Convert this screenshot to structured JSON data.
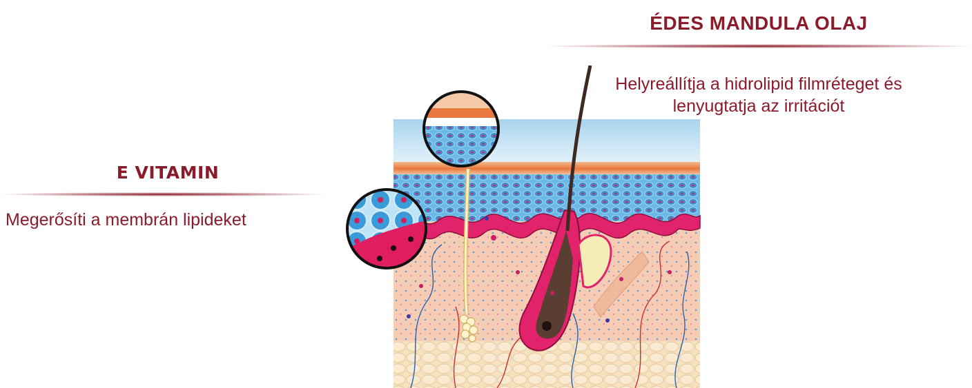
{
  "left_callout": {
    "title": "E VITAMIN",
    "description": "Megerősíti a membrán lipideket"
  },
  "right_callout": {
    "title": "ÉDES MANDULA OLAJ",
    "description_line1": "Helyreállítja a hidrolipid filmréteget és",
    "description_line2": "lenyugtatja az irritációt"
  },
  "colors": {
    "accent": "#8b1a2b",
    "epidermis_blue": "#4fa3d9",
    "dermis_pink": "#e2236b",
    "dermis_peach": "#f4cbb0",
    "fat_cream": "#f5e6c4"
  },
  "illustration": {
    "subject": "skin-cross-section",
    "icons": [
      "cell-magnifier-circle",
      "surface-layer-magnifier-circle",
      "hair-follicle",
      "sweat-gland",
      "sebaceous-gland",
      "blood-vessels"
    ]
  }
}
